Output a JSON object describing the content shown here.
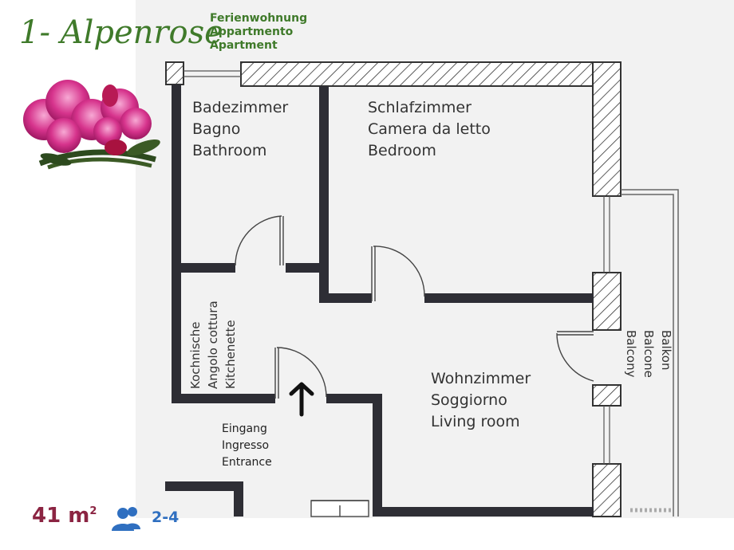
{
  "brand": {
    "name": "1- Alpenrose",
    "types": [
      "Ferienwohnung",
      "Appartmento",
      "Apartment"
    ]
  },
  "rooms": {
    "bathroom": [
      "Badezimmer",
      "Bagno",
      "Bathroom"
    ],
    "bedroom": [
      "Schlafzimmer",
      "Camera da letto",
      "Bedroom"
    ],
    "kitchenette": [
      "Kochnische",
      "Angolo cottura",
      "Kitchenette"
    ],
    "living": [
      "Wohnzimmer",
      "Soggiorno",
      "Living room"
    ],
    "balcony": [
      "Balkon",
      "Balcone",
      "Balcony"
    ],
    "entrance": [
      "Eingang",
      "Ingresso",
      "Entrance"
    ]
  },
  "stats": {
    "area_value": "41 m",
    "area_unit_sup": "2",
    "guests": "2-4"
  },
  "icons": {
    "flower": "rhododendron-flower-icon",
    "arrow": "entrance-arrow-icon",
    "people": "people-icon"
  },
  "colors": {
    "brand_green": "#3f7a2a",
    "area_red": "#8b2442",
    "guests_blue": "#2f6fc0",
    "wall": "#2e2e35"
  }
}
